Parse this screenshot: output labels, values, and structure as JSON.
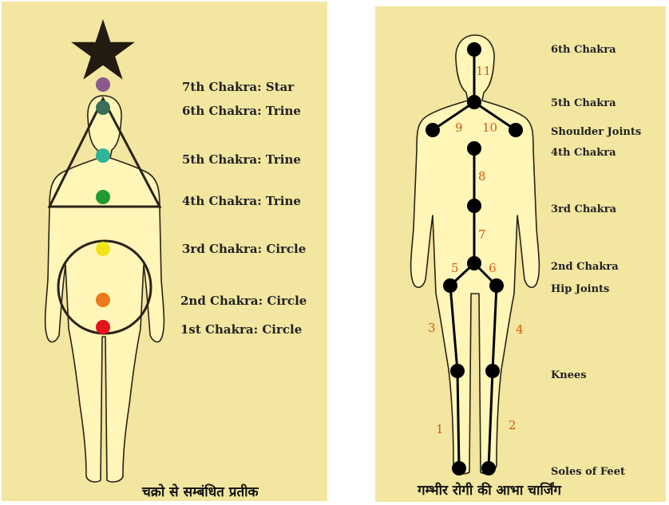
{
  "left_panel": {
    "labels": {
      "c7": "7th Chakra: Star",
      "c6": "6th Chakra: Trine",
      "c5": "5th Chakra: Trine",
      "c4": "4th Chakra: Trine",
      "c3": "3rd Chakra: Circle",
      "c2": "2nd Chakra: Circle",
      "c1": "1st Chakra: Circle"
    },
    "caption": "चक्रो से सम्बंधित प्रतीक",
    "colors": {
      "panel": "#f2e6a0",
      "body": "#fff6b8",
      "star": "#231a12",
      "c7": "#8a5a8a",
      "c6": "#3a6e58",
      "c5": "#2fb59a",
      "c4": "#1e9a2e",
      "c3": "#f2e21a",
      "c2": "#e87a1a",
      "c1": "#e4141a"
    }
  },
  "right_panel": {
    "labels": {
      "sixth": "6th Chakra",
      "fifth": "5th Chakra",
      "shoulders": "Shoulder Joints",
      "fourth": "4th Chakra",
      "third": "3rd Chakra",
      "second": "2nd Chakra",
      "hips": "Hip Joints",
      "knees": "Knees",
      "soles": "Soles of Feet"
    },
    "numbers": [
      "1",
      "2",
      "3",
      "4",
      "5",
      "6",
      "7",
      "8",
      "9",
      "10",
      "11"
    ],
    "caption": "गम्भीर रोगी की आभा चार्जिंग",
    "colors": {
      "number": "#d85a12",
      "node": "#000000"
    }
  }
}
